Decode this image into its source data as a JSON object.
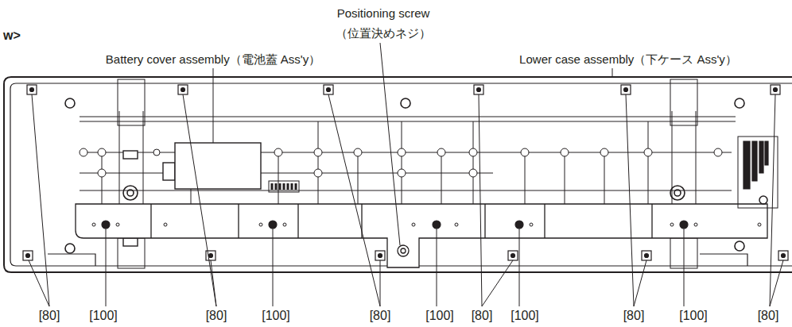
{
  "diagram": {
    "labels": [
      "w>",
      "Positioning screw",
      "（位置決めネジ）",
      "Battery cover assembly（電池蓋 Ass'y）",
      "Lower case assembly（下ケース Ass'y）",
      "[80]",
      "[100]",
      "[80]",
      "[100]",
      "[80]",
      "[100]",
      "[80]",
      "[100]",
      "[80]",
      "[100]",
      "[80]"
    ]
  }
}
